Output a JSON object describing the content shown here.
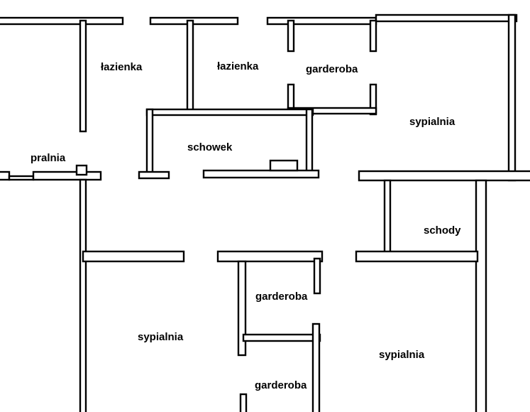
{
  "colors": {
    "wall": "#000000",
    "background": "#ffffff"
  },
  "rooms": {
    "lazienka_1": "łazienka",
    "lazienka_2": "łazienka",
    "garderoba_top": "garderoba",
    "sypialnia_top_right": "sypialnia",
    "pralnia": "pralnia",
    "schowek": "schowek",
    "schody": "schody",
    "garderoba_mid": "garderoba",
    "sypialnia_bottom_left": "sypialnia",
    "sypialnia_bottom_right": "sypialnia",
    "garderoba_bottom": "garderoba"
  }
}
